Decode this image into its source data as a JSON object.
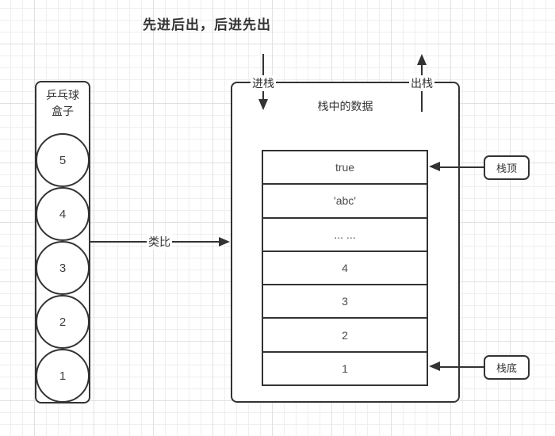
{
  "title": "先进后出，后进先出",
  "box": {
    "label_line1": "乒乓球",
    "label_line2": "盒子",
    "balls": [
      "5",
      "4",
      "3",
      "2",
      "1"
    ]
  },
  "analogy_arrow": {
    "label": "类比"
  },
  "stack_panel": {
    "title": "栈中的数据",
    "push_label": "进栈",
    "pop_label": "出栈",
    "cells": [
      "true",
      "'abc'",
      "... ...",
      "4",
      "3",
      "2",
      "1"
    ]
  },
  "callouts": {
    "top": "栈顶",
    "bottom": "栈底"
  },
  "colors": {
    "stroke": "#333333",
    "grid_minor": "#efefef",
    "grid_major": "#e1e1e1",
    "background": "#ffffff"
  }
}
